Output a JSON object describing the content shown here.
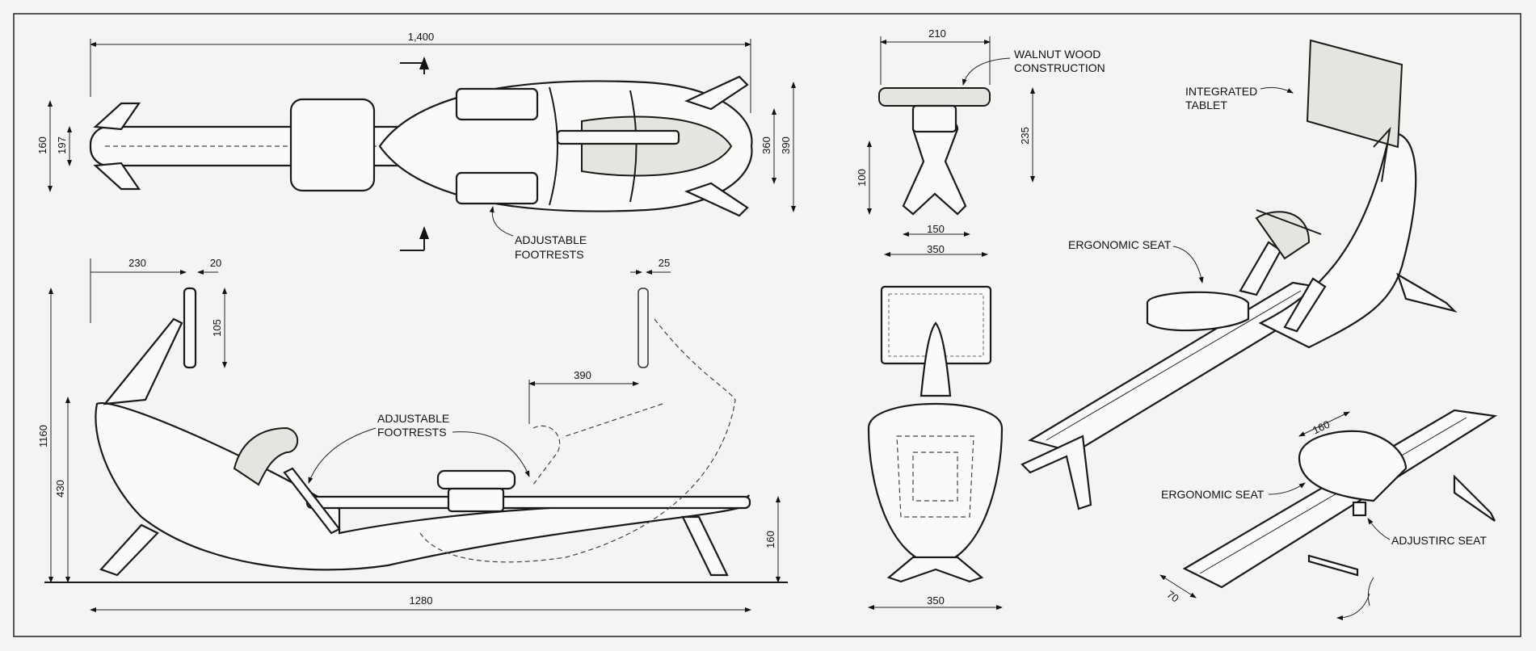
{
  "drawing": {
    "top_view": {
      "overall_length": "1,400",
      "width_a": "160",
      "width_b": "197",
      "width_c": "360",
      "width_d": "390",
      "label": [
        "ADJUSTABLE",
        "FOOTRESTS"
      ]
    },
    "side_view": {
      "tablet_offset": "230",
      "tablet_thickness": "20",
      "tablet_height": "105",
      "ghost_tablet_thickness": "25",
      "travel": "390",
      "overall_height": "1160",
      "frame_height": "430",
      "rail_height": "160",
      "length": "1280",
      "label": [
        "ADJUSTABLE",
        "FOOTRESTS"
      ]
    },
    "front_view": {
      "seat_width": "210",
      "seat_height": "235",
      "base_height": "100",
      "base_inner": "150",
      "base_width": "350",
      "label": [
        "WALNUT WOOD",
        "CONSTRUCTION"
      ]
    },
    "rear_view": {
      "width": "350"
    },
    "iso_view": {
      "tablet_label": [
        "INTEGRATED",
        "TABLET"
      ],
      "seat_label": "ERGONOMIC SEAT"
    },
    "seat_detail": {
      "seat_depth": "160",
      "rail_width": "70",
      "seat_label": "ERGONOMIC SEAT",
      "adjust_label": "ADJUSTIRC SEAT"
    }
  }
}
